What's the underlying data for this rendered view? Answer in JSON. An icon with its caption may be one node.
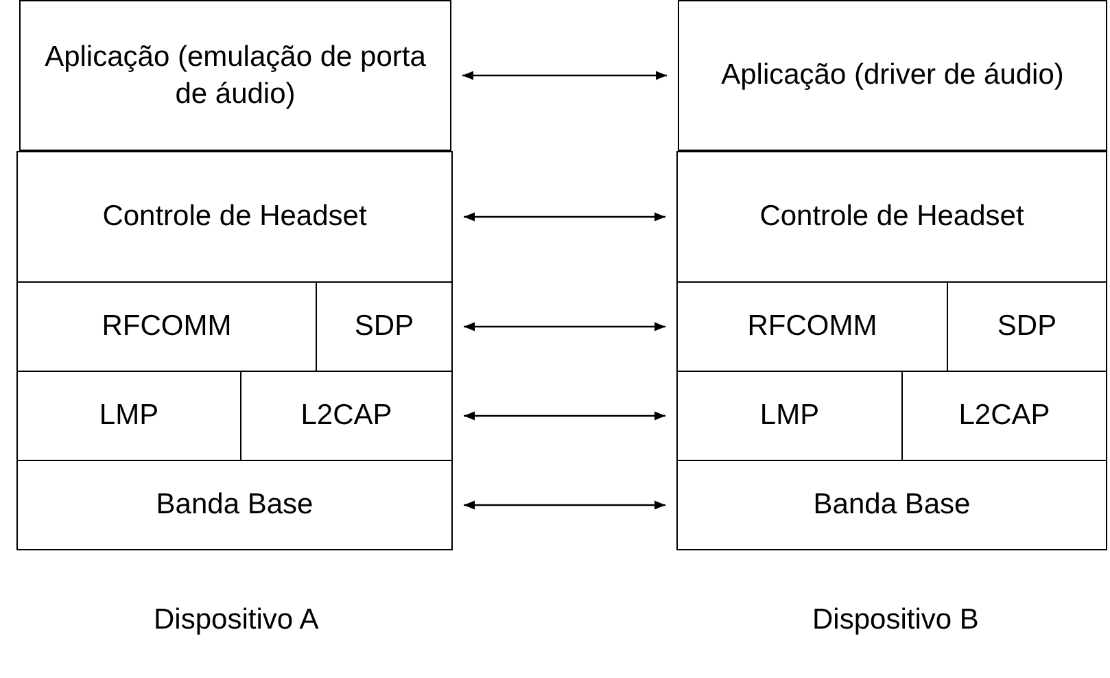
{
  "diagram": {
    "nodes": [
      {
        "text": [
          "Aplicação (emulação de porta de áudio)"
        ]
      },
      {
        "text": [
          "Aplicação (driver de áudio)"
        ]
      },
      {
        "text": [
          "Controle de Headset"
        ]
      },
      {
        "text": [
          "Controle de Headset"
        ]
      },
      {
        "text": [
          "RFCOMM"
        ]
      },
      {
        "text": [
          "SDP"
        ]
      },
      {
        "text": [
          "RFCOMM"
        ]
      },
      {
        "text": [
          "SDP"
        ]
      },
      {
        "text": [
          "LMP"
        ]
      },
      {
        "text": [
          "L2CAP"
        ]
      },
      {
        "text": [
          "LMP"
        ]
      },
      {
        "text": [
          "L2CAP"
        ]
      },
      {
        "text": [
          "Banda Base"
        ]
      },
      {
        "text": [
          "Banda Base"
        ]
      }
    ],
    "edges": [
      {
        "from": 0,
        "to": 1,
        "arrow": "both"
      },
      {
        "from": 2,
        "to": 3,
        "arrow": "both"
      },
      {
        "from": 5,
        "to": 6,
        "arrow": "both"
      },
      {
        "from": 9,
        "to": 10,
        "arrow": "both"
      },
      {
        "from": 12,
        "to": 13,
        "arrow": "both"
      }
    ],
    "labels": [
      "Dispositivo A",
      "Dispositivo B"
    ]
  }
}
